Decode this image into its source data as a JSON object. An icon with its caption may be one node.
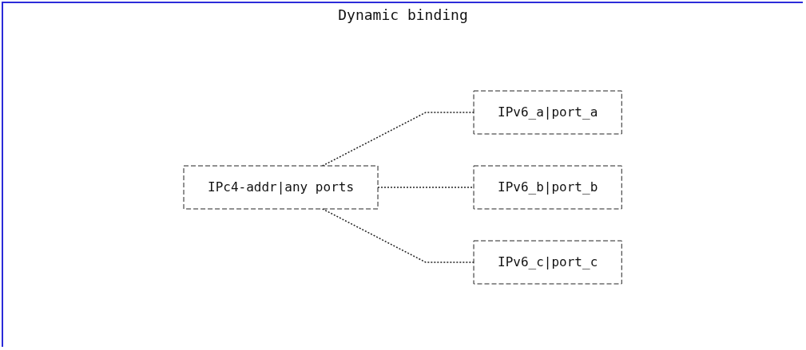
{
  "diagram": {
    "title": "Dynamic binding",
    "nodes": [
      {
        "text": [
          "IPc4-addr|any ports"
        ]
      },
      {
        "text": [
          "IPv6_a|port_a"
        ]
      },
      {
        "text": [
          "IPv6_b|port_b"
        ]
      },
      {
        "text": [
          "IPv6_c|port_c"
        ]
      }
    ],
    "edges": [
      {
        "from": 0,
        "to": 1,
        "arrow": "none",
        "style": "dashed"
      },
      {
        "from": 0,
        "to": 2,
        "arrow": "none",
        "style": "dashed"
      },
      {
        "from": 0,
        "to": 3,
        "arrow": "none",
        "style": "dashed"
      }
    ]
  }
}
